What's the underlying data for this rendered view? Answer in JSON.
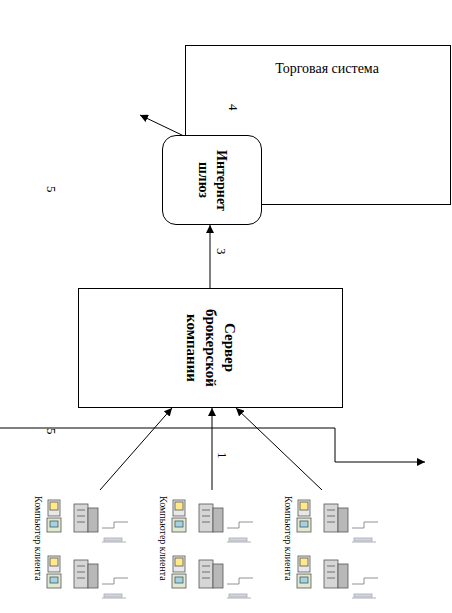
{
  "diagram": {
    "nodes": [
      {
        "text": [
          "Торговая система"
        ]
      },
      {
        "text": [
          "Интернет шлюз"
        ]
      },
      {
        "text": [
          "Сервер брокерской компании"
        ]
      },
      {
        "text": [
          "Компьютер клиента"
        ]
      },
      {
        "text": [
          "Компьютер клиента"
        ]
      },
      {
        "text": [
          "Компьютер клиента"
        ]
      }
    ],
    "edges": [
      {
        "from": 2,
        "to": 1,
        "arrow": "to",
        "label": "3"
      },
      {
        "from": 3,
        "to": 2,
        "arrow": "to"
      },
      {
        "from": 4,
        "to": 2,
        "arrow": "to",
        "label": "1"
      },
      {
        "from": 5,
        "to": 2,
        "arrow": "to"
      }
    ],
    "labels": [
      "4",
      "5",
      "5"
    ]
  }
}
